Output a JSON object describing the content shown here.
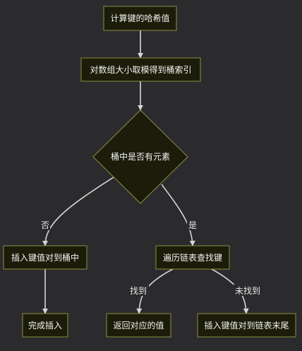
{
  "nodes": {
    "compute_hash": "计算键的哈希值",
    "bucket_index": "对数组大小取模得到桶索引",
    "has_element": "桶中是否有元素",
    "insert_pair": "插入键值对到桶中",
    "traverse_list": "遍历链表查找键",
    "insert_done": "完成插入",
    "return_value": "返回对应的值",
    "append_tail": "插入键值对到链表末尾"
  },
  "edges": {
    "no": "否",
    "yes": "是",
    "found": "找到",
    "not_found": "未找到"
  },
  "colors": {
    "background": "#2b2b2e",
    "node_fill": "#1c1c0b",
    "node_border": "#8c8f3e",
    "edge": "#d6d6d6",
    "text": "#f2f2f2"
  }
}
